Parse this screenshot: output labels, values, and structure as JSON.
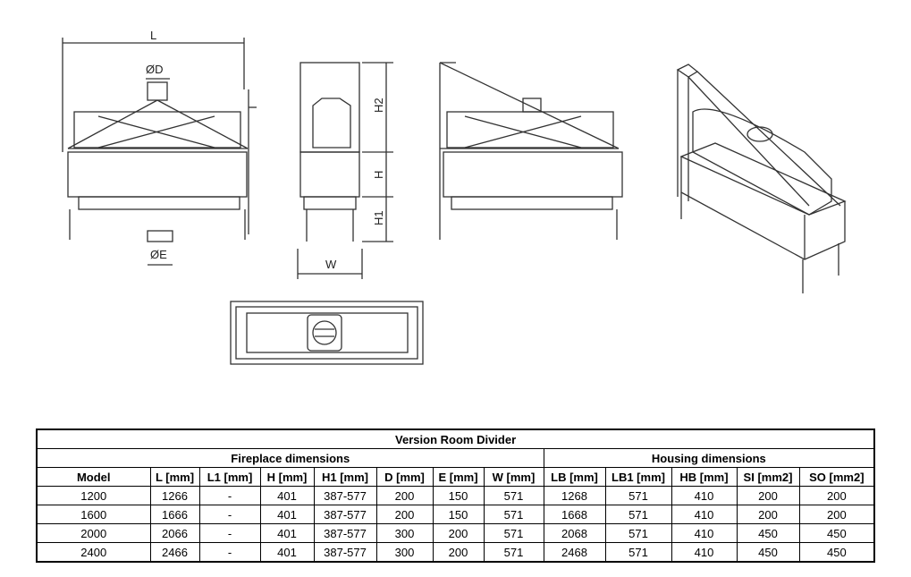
{
  "drawing_labels": {
    "length": "L",
    "diameter_d": "ØD",
    "diameter_e": "ØE",
    "height_h2": "H2",
    "height_h": "H",
    "height_h1": "H1",
    "width": "W"
  },
  "table": {
    "title": "Version Room Divider",
    "groups": [
      "Fireplace dimensions",
      "Housing dimensions"
    ],
    "headers": [
      "Model",
      "L [mm]",
      "L1 [mm]",
      "H [mm]",
      "H1 [mm]",
      "D [mm]",
      "E [mm]",
      "W [mm]",
      "LB [mm]",
      "LB1 [mm]",
      "HB [mm]",
      "SI [mm2]",
      "SO [mm2]"
    ],
    "rows": [
      [
        "1200",
        "1266",
        "-",
        "401",
        "387-577",
        "200",
        "150",
        "571",
        "1268",
        "571",
        "410",
        "200",
        "200"
      ],
      [
        "1600",
        "1666",
        "-",
        "401",
        "387-577",
        "200",
        "150",
        "571",
        "1668",
        "571",
        "410",
        "200",
        "200"
      ],
      [
        "2000",
        "2066",
        "-",
        "401",
        "387-577",
        "300",
        "200",
        "571",
        "2068",
        "571",
        "410",
        "450",
        "450"
      ],
      [
        "2400",
        "2466",
        "-",
        "401",
        "387-577",
        "300",
        "200",
        "571",
        "2468",
        "571",
        "410",
        "450",
        "450"
      ]
    ]
  }
}
